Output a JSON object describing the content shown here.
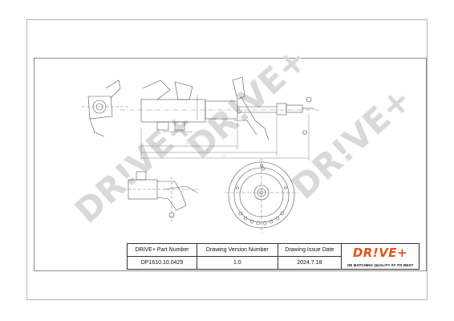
{
  "watermark": {
    "text": "DR!VE+",
    "color": "#d9d9d9"
  },
  "title_block": {
    "headers": {
      "part_number": "DRIVE+ Part Number",
      "drawing_version": "Drawing Version Number",
      "issue_date": "Drawing Issue Date"
    },
    "values": {
      "part_number": "DP1610.10.0429",
      "drawing_version": "1.0",
      "issue_date": "2024.7.18"
    },
    "logo": {
      "text": "DR!VE+",
      "tagline": "OE MATCHING QUALITY AT ITS BEST",
      "color": "#e0551f"
    }
  }
}
